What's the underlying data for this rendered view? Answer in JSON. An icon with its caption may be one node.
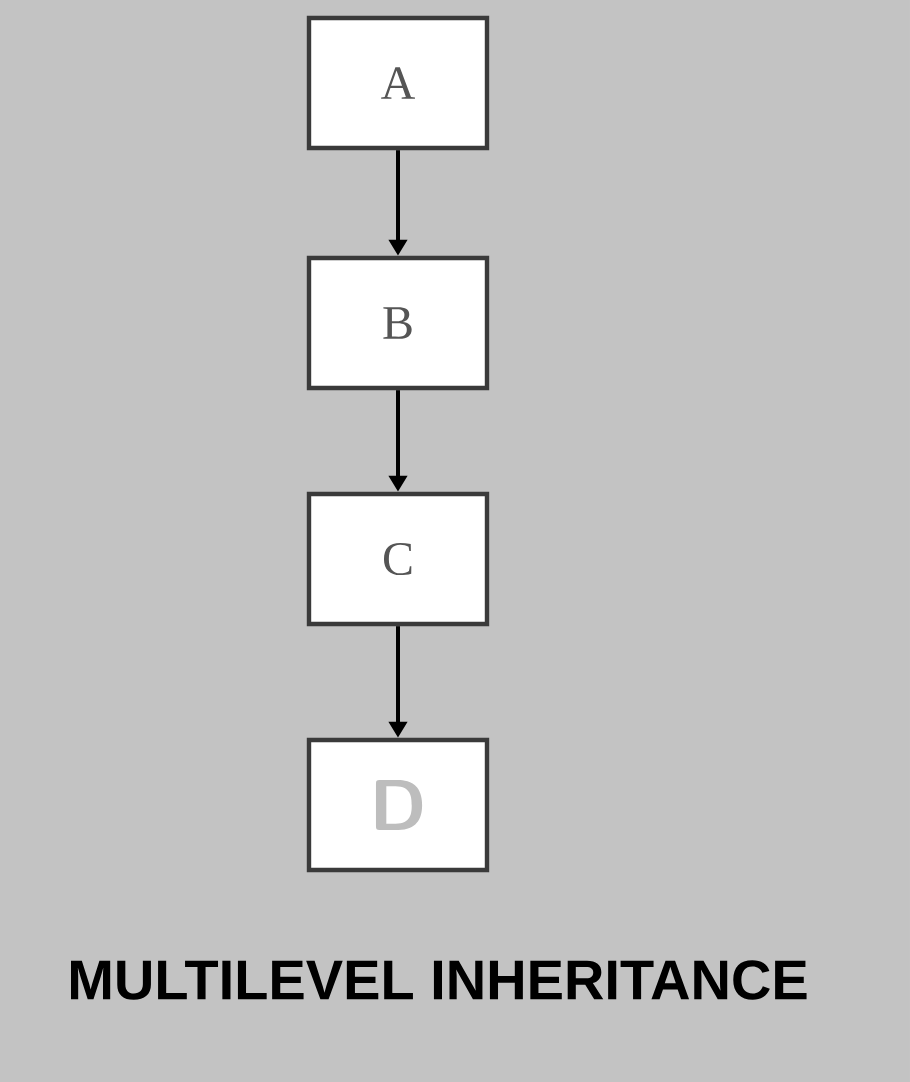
{
  "diagram": {
    "title": "MULTILEVEL INHERITANCE",
    "nodes": [
      {
        "text": [
          "A"
        ]
      },
      {
        "text": [
          "B"
        ]
      },
      {
        "text": [
          "C"
        ]
      },
      {
        "text": [
          "D"
        ]
      }
    ],
    "edges": [
      {
        "from": 0,
        "to": 1,
        "arrow": "to"
      },
      {
        "from": 1,
        "to": 2,
        "arrow": "to"
      },
      {
        "from": 2,
        "to": 3,
        "arrow": "to"
      }
    ]
  }
}
